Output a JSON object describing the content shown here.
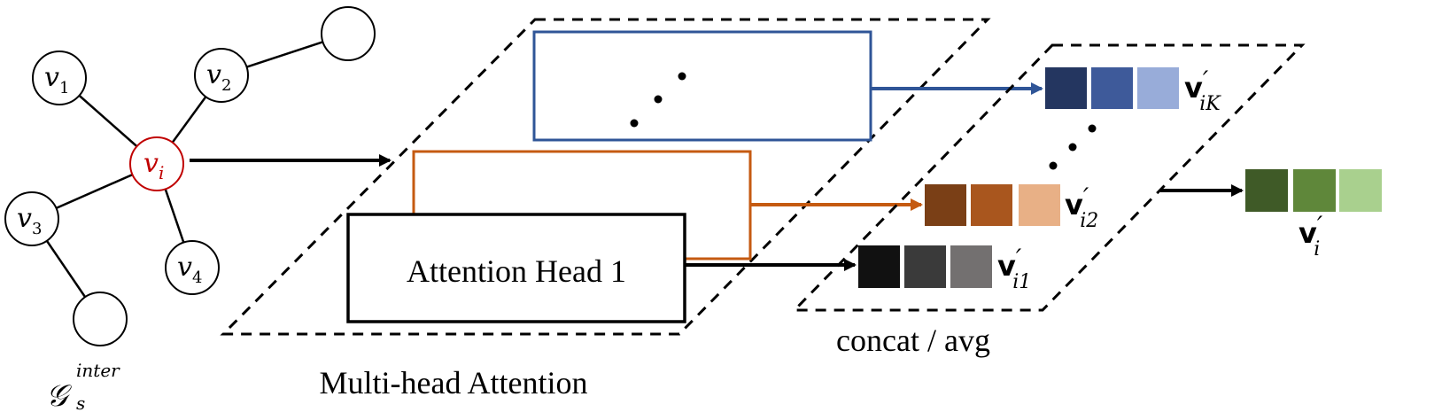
{
  "graph": {
    "center": {
      "sym": "v",
      "sub": "i"
    },
    "neighbors": [
      {
        "sym": "v",
        "sub": "1"
      },
      {
        "sym": "v",
        "sub": "2"
      },
      {
        "sym": "v",
        "sub": "3"
      },
      {
        "sym": "v",
        "sub": "4"
      }
    ],
    "graph_label": {
      "sym": "𝒢",
      "sub": "s",
      "sup": "inter"
    }
  },
  "attention": {
    "head1_label": "Attention Head 1",
    "caption": "Multi-head Attention"
  },
  "outputs": {
    "head1": {
      "sym": "v",
      "prime": "′",
      "sub": "i1"
    },
    "head2": {
      "sym": "v",
      "prime": "′",
      "sub": "i2"
    },
    "headK": {
      "sym": "v",
      "prime": "′",
      "sub": "iK"
    },
    "aggregation_caption": "concat / avg",
    "final": {
      "sym": "v",
      "prime": "′",
      "sub": "i"
    }
  },
  "colors": {
    "center_node": "#c00000",
    "head_blue": "#2f5597",
    "head_orange": "#c55a11",
    "gray_cells": [
      "#111111",
      "#3a3a3a",
      "#737070"
    ],
    "orange_cells": [
      "#7a3f16",
      "#a9561e",
      "#e8b086"
    ],
    "blue_cells": [
      "#243660",
      "#3e5a9a",
      "#98acd9"
    ],
    "green_cells": [
      "#3f5a27",
      "#5f873a",
      "#a9d08e"
    ]
  }
}
